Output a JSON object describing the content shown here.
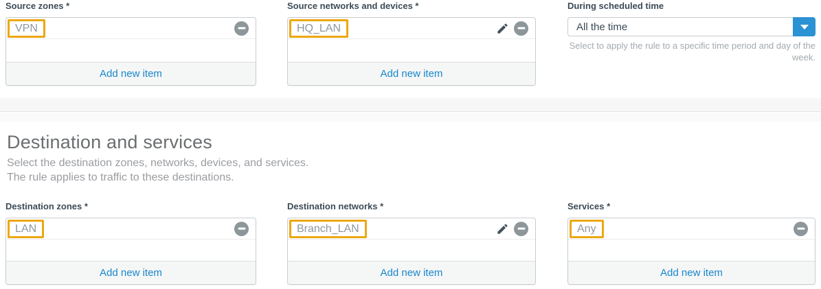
{
  "colors": {
    "link_blue": "#1787cd",
    "dropdown_button_blue": "#2b92d4",
    "selection_highlight_orange": "#eda712",
    "label_dark": "#3c4b57"
  },
  "source": {
    "zones": {
      "label": "Source zones *",
      "items": [
        "VPN"
      ],
      "add_label": "Add new item"
    },
    "networks": {
      "label": "Source networks and devices *",
      "items": [
        "HQ_LAN"
      ],
      "add_label": "Add new item"
    },
    "schedule": {
      "label": "During scheduled time",
      "value": "All the time",
      "help": "Select to apply the rule to a specific time period and day of the week."
    }
  },
  "destination": {
    "heading": "Destination and services",
    "description": [
      "Select the destination zones, networks, devices, and services.",
      "The rule applies to traffic to these destinations."
    ],
    "zones": {
      "label": "Destination zones *",
      "items": [
        "LAN"
      ],
      "add_label": "Add new item"
    },
    "networks": {
      "label": "Destination networks *",
      "items": [
        "Branch_LAN"
      ],
      "add_label": "Add new item"
    },
    "services": {
      "label": "Services *",
      "items": [
        "Any"
      ],
      "add_label": "Add new item"
    }
  }
}
